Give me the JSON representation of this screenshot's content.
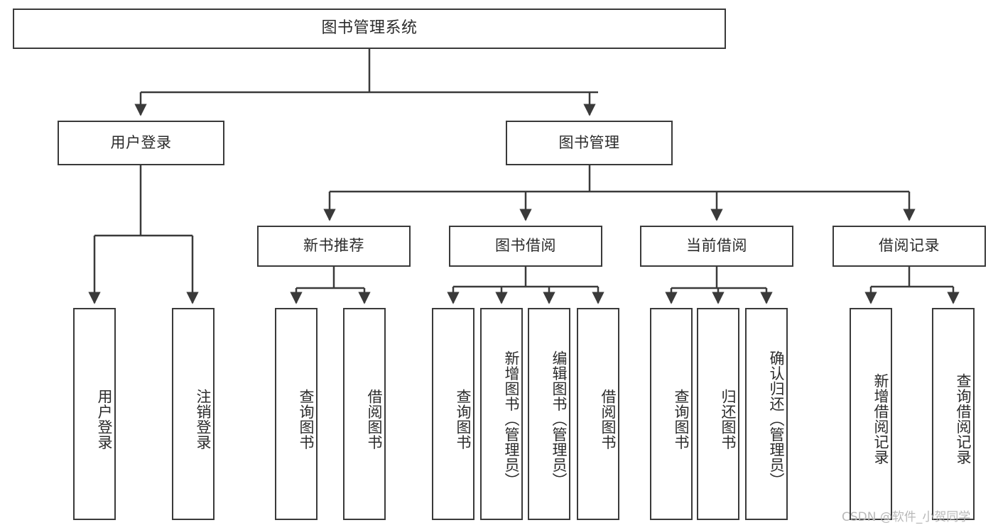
{
  "diagram": {
    "type": "tree-hierarchy",
    "title": "图书管理系统",
    "watermark": "CSDN @软件_小贺同学",
    "colors": {
      "box_border": "#3a3a3a",
      "box_fill": "#ffffff",
      "connector": "#3a3a3a",
      "text": "#2b2b2b",
      "watermark": "#b9b9b9",
      "background": "#ffffff"
    }
  },
  "nodes": {
    "root": {
      "label": "图书管理系统"
    },
    "level2": [
      {
        "label": "用户登录"
      },
      {
        "label": "图书管理"
      }
    ],
    "level3": [
      {
        "label": "新书推荐"
      },
      {
        "label": "图书借阅"
      },
      {
        "label": "当前借阅"
      },
      {
        "label": "借阅记录"
      }
    ],
    "leaves_user_login": [
      {
        "label": "用户登录"
      },
      {
        "label": "注销登录"
      }
    ],
    "leaves_new_book": [
      {
        "label": "查询图书"
      },
      {
        "label": "借阅图书"
      }
    ],
    "leaves_borrow": [
      {
        "label": "查询图书"
      },
      {
        "label": "新增图书（管理员）"
      },
      {
        "label": "编辑图书（管理员）"
      },
      {
        "label": "借阅图书"
      }
    ],
    "leaves_current": [
      {
        "label": "查询图书"
      },
      {
        "label": "归还图书"
      },
      {
        "label": "确认归还（管理员）"
      }
    ],
    "leaves_record": [
      {
        "label": "新增借阅记录"
      },
      {
        "label": "查询借阅记录"
      }
    ]
  }
}
